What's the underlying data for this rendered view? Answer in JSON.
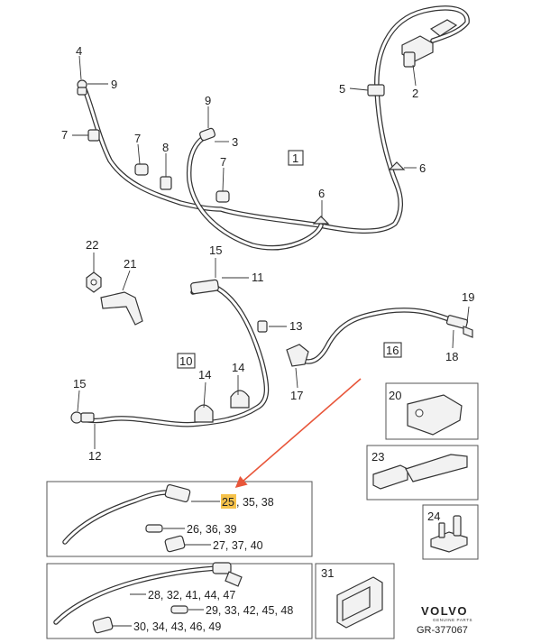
{
  "callouts": {
    "c1": "1",
    "c2": "2",
    "c3": "3",
    "c4": "4",
    "c5": "5",
    "c6a": "6",
    "c6b": "6",
    "c7a": "7",
    "c7b": "7",
    "c7c": "7",
    "c8": "8",
    "c9a": "9",
    "c9b": "9",
    "c10": "10",
    "c11": "11",
    "c12": "12",
    "c13": "13",
    "c14a": "14",
    "c14b": "14",
    "c15a": "15",
    "c15b": "15",
    "c16": "16",
    "c17": "17",
    "c18": "18",
    "c19": "19",
    "c20": "20",
    "c21": "21",
    "c22": "22",
    "c23": "23",
    "c24": "24",
    "c31": "31"
  },
  "kit_a": {
    "highlight": "25",
    "rest": ", 35, 38",
    "l2": "26, 36, 39",
    "l3": "27, 37, 40"
  },
  "kit_b": {
    "l1": "28, 32, 41, 44, 47",
    "l2": "29, 33, 42, 45, 48",
    "l3": "30, 34, 43, 46, 49"
  },
  "brand": {
    "name": "VOLVO",
    "sub": "GENUINE PARTS",
    "ref": "GR-377067"
  },
  "colors": {
    "highlight": "#f6c24a",
    "arrow": "#e8563a",
    "line": "#333333"
  }
}
